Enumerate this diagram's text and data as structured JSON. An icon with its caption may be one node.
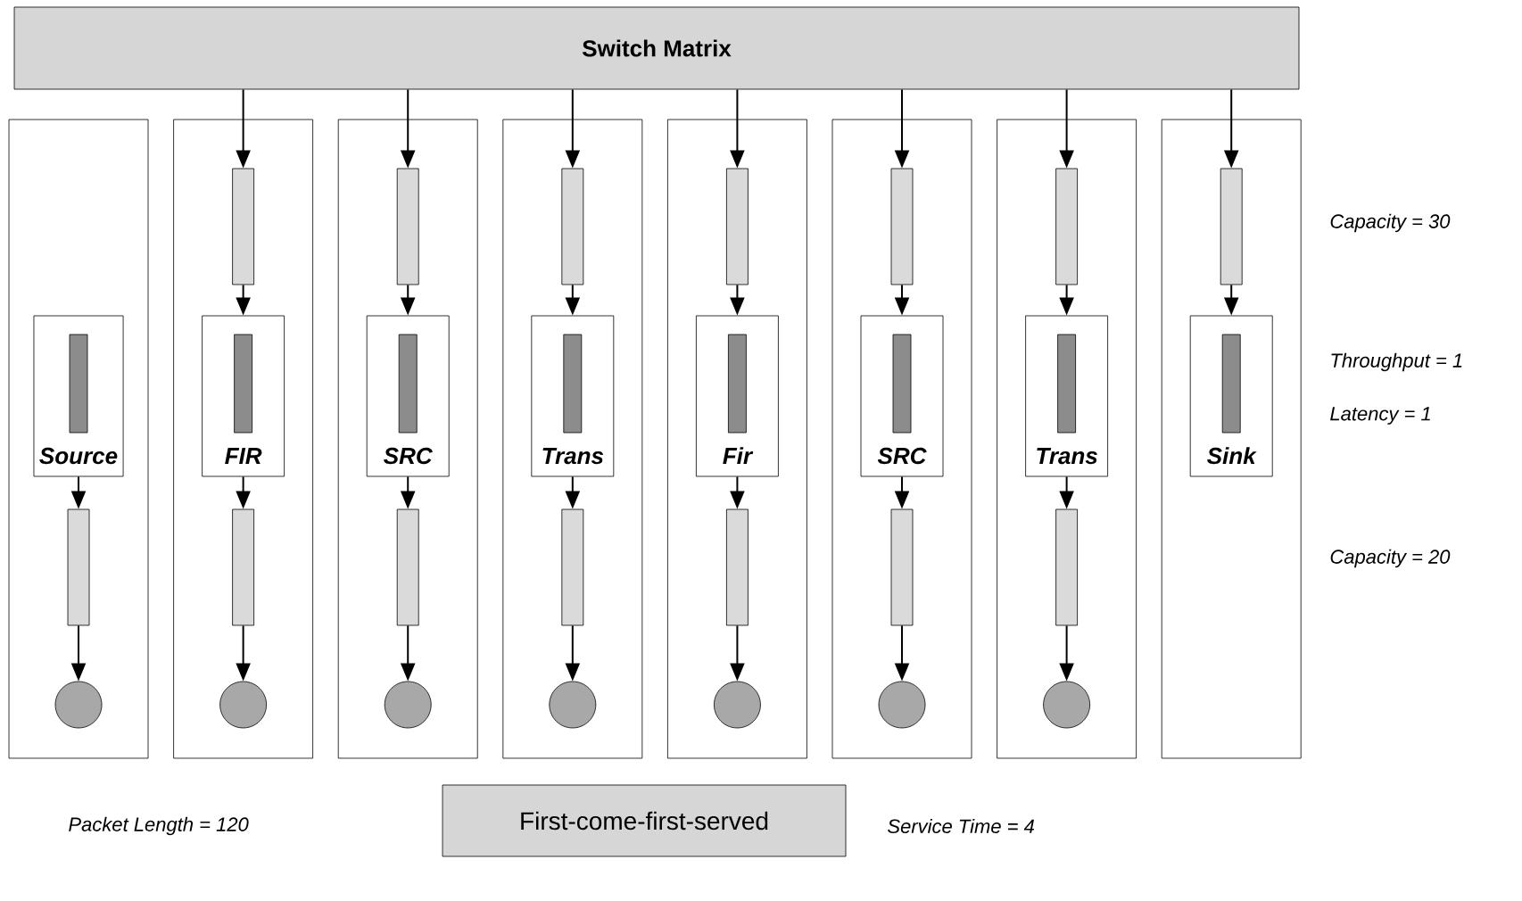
{
  "diagram": {
    "nodes": [
      {
        "text": [
          "Switch Matrix"
        ]
      },
      {
        "text": [],
        "shape": "box"
      },
      {
        "text": [
          "Source"
        ],
        "in": 1
      },
      {
        "text": [],
        "shape": "bar",
        "in": 2
      },
      {
        "text": [],
        "shape": "bar",
        "in": 1
      },
      {
        "text": [],
        "shape": "circle",
        "in": 1
      },
      {
        "text": [],
        "shape": "box"
      },
      {
        "text": [],
        "shape": "bar",
        "in": 6
      },
      {
        "text": [
          "FIR"
        ],
        "in": 6
      },
      {
        "text": [],
        "shape": "bar",
        "in": 8
      },
      {
        "text": [],
        "shape": "bar",
        "in": 6
      },
      {
        "text": [],
        "shape": "circle",
        "in": 6
      },
      {
        "text": [],
        "shape": "box"
      },
      {
        "text": [],
        "shape": "bar",
        "in": 12
      },
      {
        "text": [
          "SRC"
        ],
        "in": 12
      },
      {
        "text": [],
        "shape": "bar",
        "in": 14
      },
      {
        "text": [],
        "shape": "bar",
        "in": 12
      },
      {
        "text": [],
        "shape": "circle",
        "in": 12
      },
      {
        "text": [],
        "shape": "box"
      },
      {
        "text": [],
        "shape": "bar",
        "in": 18
      },
      {
        "text": [
          "Trans"
        ],
        "in": 18
      },
      {
        "text": [],
        "shape": "bar",
        "in": 20
      },
      {
        "text": [],
        "shape": "bar",
        "in": 18
      },
      {
        "text": [],
        "shape": "circle",
        "in": 18
      },
      {
        "text": [],
        "shape": "box"
      },
      {
        "text": [],
        "shape": "bar",
        "in": 24
      },
      {
        "text": [
          "Fir"
        ],
        "in": 24
      },
      {
        "text": [],
        "shape": "bar",
        "in": 26
      },
      {
        "text": [],
        "shape": "bar",
        "in": 24
      },
      {
        "text": [],
        "shape": "circle",
        "in": 24
      },
      {
        "text": [],
        "shape": "box"
      },
      {
        "text": [],
        "shape": "bar",
        "in": 30
      },
      {
        "text": [
          "SRC"
        ],
        "in": 30
      },
      {
        "text": [],
        "shape": "bar",
        "in": 32
      },
      {
        "text": [],
        "shape": "bar",
        "in": 30
      },
      {
        "text": [],
        "shape": "circle",
        "in": 30
      },
      {
        "text": [],
        "shape": "box"
      },
      {
        "text": [],
        "shape": "bar",
        "in": 36
      },
      {
        "text": [
          "Trans"
        ],
        "in": 36
      },
      {
        "text": [],
        "shape": "bar",
        "in": 38
      },
      {
        "text": [],
        "shape": "bar",
        "in": 36
      },
      {
        "text": [],
        "shape": "circle",
        "in": 36
      },
      {
        "text": [],
        "shape": "box"
      },
      {
        "text": [],
        "shape": "bar",
        "in": 42
      },
      {
        "text": [
          "Sink"
        ],
        "in": 42
      },
      {
        "text": [],
        "shape": "bar",
        "in": 44
      },
      {
        "text": [
          "First-come-first-served"
        ]
      }
    ],
    "edges": [
      {
        "from": 2,
        "to": 4,
        "arrow": "to"
      },
      {
        "from": 4,
        "to": 5,
        "arrow": "to"
      },
      {
        "from": 0,
        "to": 7,
        "arrow": "to"
      },
      {
        "from": 7,
        "to": 8,
        "arrow": "to"
      },
      {
        "from": 8,
        "to": 10,
        "arrow": "to"
      },
      {
        "from": 10,
        "to": 11,
        "arrow": "to"
      },
      {
        "from": 0,
        "to": 13,
        "arrow": "to"
      },
      {
        "from": 13,
        "to": 14,
        "arrow": "to"
      },
      {
        "from": 14,
        "to": 16,
        "arrow": "to"
      },
      {
        "from": 16,
        "to": 17,
        "arrow": "to"
      },
      {
        "from": 0,
        "to": 19,
        "arrow": "to"
      },
      {
        "from": 19,
        "to": 20,
        "arrow": "to"
      },
      {
        "from": 20,
        "to": 22,
        "arrow": "to"
      },
      {
        "from": 22,
        "to": 23,
        "arrow": "to"
      },
      {
        "from": 0,
        "to": 25,
        "arrow": "to"
      },
      {
        "from": 25,
        "to": 26,
        "arrow": "to"
      },
      {
        "from": 26,
        "to": 28,
        "arrow": "to"
      },
      {
        "from": 28,
        "to": 29,
        "arrow": "to"
      },
      {
        "from": 0,
        "to": 31,
        "arrow": "to"
      },
      {
        "from": 31,
        "to": 32,
        "arrow": "to"
      },
      {
        "from": 32,
        "to": 34,
        "arrow": "to"
      },
      {
        "from": 34,
        "to": 35,
        "arrow": "to"
      },
      {
        "from": 0,
        "to": 37,
        "arrow": "to"
      },
      {
        "from": 37,
        "to": 38,
        "arrow": "to"
      },
      {
        "from": 38,
        "to": 40,
        "arrow": "to"
      },
      {
        "from": 40,
        "to": 41,
        "arrow": "to"
      },
      {
        "from": 0,
        "to": 43,
        "arrow": "to"
      },
      {
        "from": 43,
        "to": 44,
        "arrow": "to"
      }
    ],
    "labels": [
      "Capacity = 30",
      "Throughput = 1",
      "Latency = 1",
      "Capacity = 20",
      "Packet Length = 120",
      "Service Time = 4"
    ]
  }
}
